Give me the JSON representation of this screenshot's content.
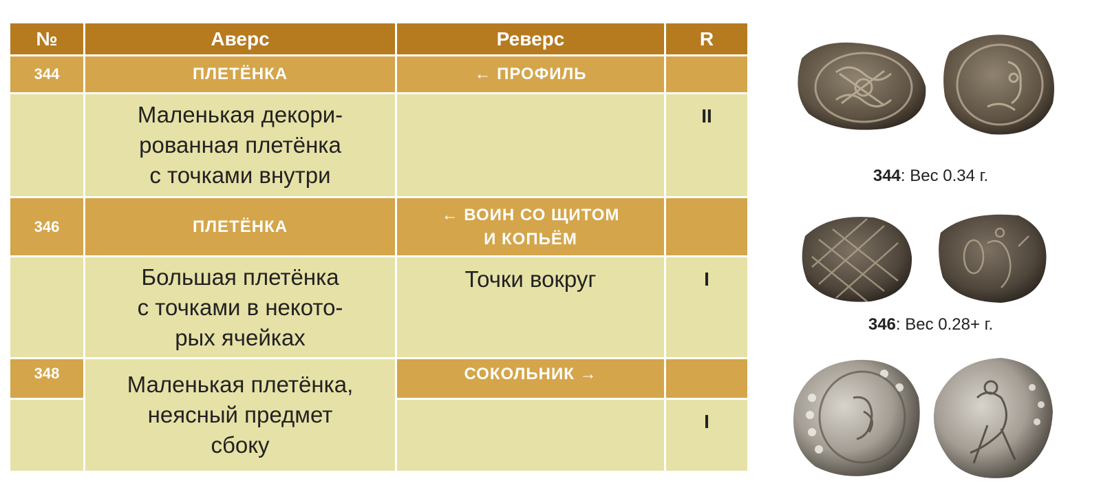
{
  "table": {
    "headers": {
      "number": "№",
      "obverse": "Аверс",
      "reverse": "Реверс",
      "rarity": "R"
    },
    "entries": [
      {
        "number": "344",
        "obverse_type": "ПЛЕТЁНКА",
        "reverse_type": "← ПРОФИЛЬ",
        "obverse_desc": [
          "Маленькая декори-",
          "рованная плетёнка",
          "с точками внутри"
        ],
        "reverse_desc": [],
        "rarity": "II"
      },
      {
        "number": "346",
        "obverse_type": "ПЛЕТЁНКА",
        "reverse_type": [
          "← ВОИН СО ЩИТОМ",
          "И КОПЬЁМ"
        ],
        "obverse_desc": [
          "Большая плетёнка",
          "с точками в некото-",
          "рых ячейках"
        ],
        "reverse_desc": [
          "Точки вокруг"
        ],
        "rarity": "I"
      },
      {
        "number": "348",
        "obverse_desc": [
          "Маленькая плетёнка,",
          "неясный предмет",
          "сбоку"
        ],
        "reverse_type": "СОКОЛЬНИК →",
        "rarity": "I"
      }
    ]
  },
  "coins": [
    {
      "number": "344",
      "caption_rest": ": Вес 0.34 г.",
      "metal_color": "#6e6251",
      "obverse_motif": "knot",
      "reverse_motif": "profile"
    },
    {
      "number": "346",
      "caption_rest": ": Вес 0.28+ г.",
      "metal_color": "#5c5246",
      "obverse_motif": "lattice",
      "reverse_motif": "warrior"
    },
    {
      "number": "348",
      "caption_rest": "",
      "metal_color": "#a9a39a",
      "obverse_motif": "knot-dots",
      "reverse_motif": "falconer"
    }
  ],
  "colors": {
    "header": "#b67a1f",
    "band": "#d4a54a",
    "row": "#e6e1a6"
  }
}
